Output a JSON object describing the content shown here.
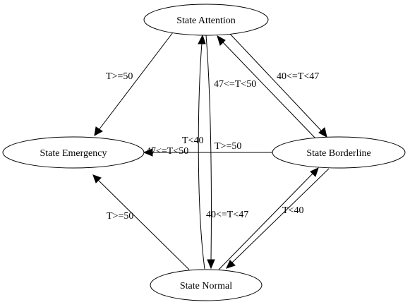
{
  "diagram": {
    "nodes": {
      "attention": "State Attention",
      "emergency": "State Emergency",
      "borderline": "State Borderline",
      "normal": "State Normal"
    },
    "edges": [
      {
        "id": "attention-to-emergency",
        "from": "State Attention",
        "to": "State Emergency",
        "label": "T>=50"
      },
      {
        "id": "attention-to-normal",
        "from": "State Attention",
        "to": "State Normal",
        "label": "47<=T<50"
      },
      {
        "id": "attention-to-borderline",
        "from": "State Attention",
        "to": "State Borderline",
        "label": "40<=T<47"
      },
      {
        "id": "borderline-to-attention",
        "from": "State Borderline",
        "to": "State Attention",
        "label": "47<=T<50"
      },
      {
        "id": "borderline-to-emergency",
        "from": "State Borderline",
        "to": "State Emergency",
        "label": "T>=50"
      },
      {
        "id": "borderline-to-normal",
        "from": "State Borderline",
        "to": "State Normal",
        "label": "T<40"
      },
      {
        "id": "normal-to-attention",
        "from": "State Normal",
        "to": "State Attention",
        "label": "T<40"
      },
      {
        "id": "normal-to-emergency",
        "from": "State Normal",
        "to": "State Emergency",
        "label": "T>=50"
      },
      {
        "id": "normal-to-borderline",
        "from": "State Normal",
        "to": "State Borderline",
        "label": "40<=T<47"
      }
    ]
  }
}
